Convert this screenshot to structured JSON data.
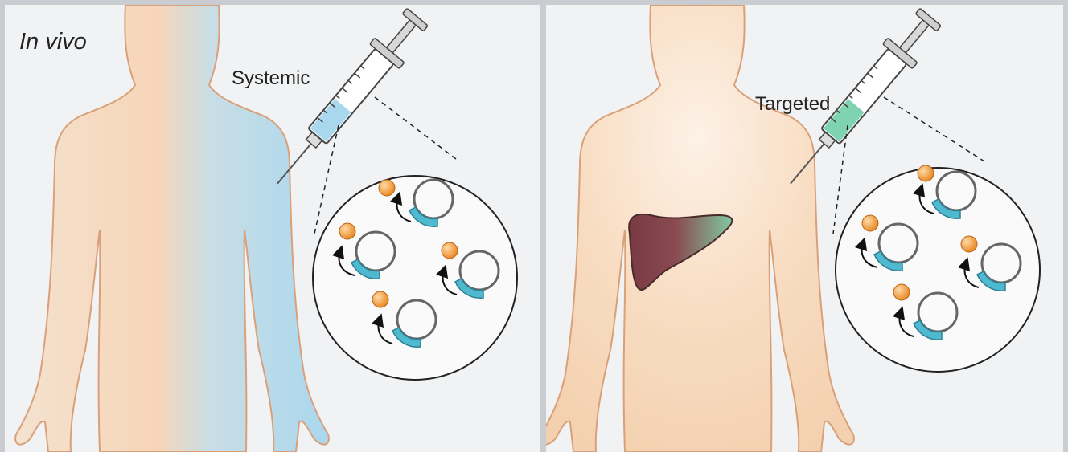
{
  "labels": {
    "in_vivo": "In vivo",
    "systemic": "Systemic",
    "targeted": "Targeted"
  },
  "colors": {
    "skin": "#f6d7b8",
    "skin_outline": "#d9a07a",
    "systemic_fluid": "#a9d8ee",
    "targeted_fluid": "#7fd3b0",
    "liver_dark": "#7a3a44",
    "liver_light": "#7fc9a0",
    "plasmid": "#4fb9cf",
    "particle": "#f3a23c",
    "panel_bg": "#f1f2f3"
  },
  "icons": {
    "body": "human-body-silhouette",
    "syringe": "syringe-icon",
    "liver": "liver-organ",
    "plasmid": "plasmid-circle",
    "particle": "orange-particle"
  }
}
